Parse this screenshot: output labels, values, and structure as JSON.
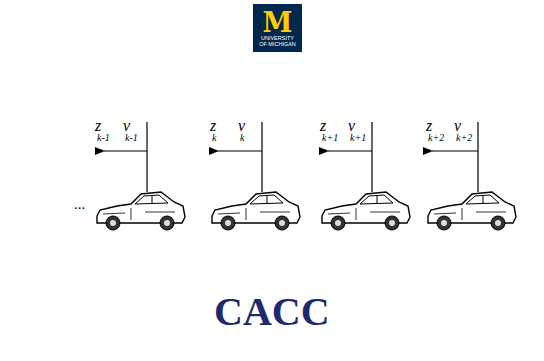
{
  "diagram": {
    "title": "CACC",
    "nodes": [
      {
        "text": [
          "M",
          "UNIVERSITY OF MICHIGAN"
        ]
      }
    ],
    "labels": [
      "...",
      "z",
      "k-1",
      "v",
      "k-1",
      "z",
      "k",
      "v",
      "k",
      "z",
      "k+1",
      "v",
      "k+1",
      "z",
      "k+2",
      "v",
      "k+2"
    ]
  }
}
